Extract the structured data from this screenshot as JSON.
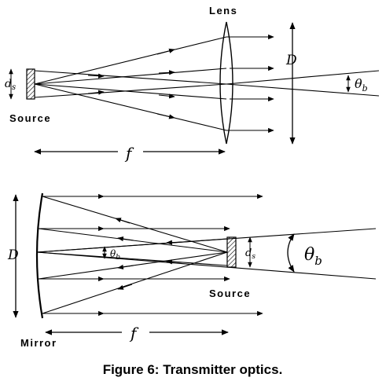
{
  "top": {
    "lens_label": "Lens",
    "source_label": "Source",
    "ds_label": "d",
    "ds_sub": "s",
    "D_label": "D",
    "theta_label": "θ",
    "theta_sub": "b",
    "f_label": "f"
  },
  "bottom": {
    "mirror_label": "Mirror",
    "source_label": "Source",
    "ds_label": "d",
    "ds_sub": "s",
    "D_label": "D",
    "theta_small_label": "θ",
    "theta_small_sub": "b",
    "theta_label": "θ",
    "theta_sub": "b",
    "f_label": "f"
  },
  "caption": "Figure 6: Transmitter optics."
}
